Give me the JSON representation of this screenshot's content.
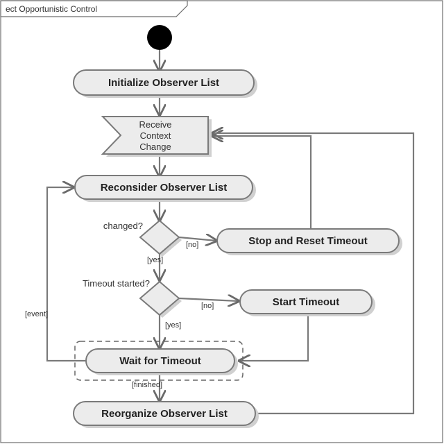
{
  "diagram": {
    "title": "ect Opportunistic Control",
    "nodes": {
      "initialize": "Initialize Observer List",
      "receive_lines": [
        "Receive",
        "Context",
        "Change"
      ],
      "reconsider": "Reconsider Observer List",
      "stop_reset": "Stop and Reset Timeout",
      "start_timeout": "Start Timeout",
      "wait": "Wait for Timeout",
      "reorganize": "Reorganize Observer List"
    },
    "decisions": {
      "changed": "changed?",
      "timeout_started": "Timeout started?"
    },
    "guards": {
      "no_1": "[no]",
      "yes_1": "[yes]",
      "no_2": "[no]",
      "yes_2": "[yes]",
      "event": "[event]",
      "finished": "[finished]"
    },
    "colors": {
      "node_fill": "#ececec",
      "stroke": "#7a7a7a",
      "start": "#000000"
    }
  }
}
